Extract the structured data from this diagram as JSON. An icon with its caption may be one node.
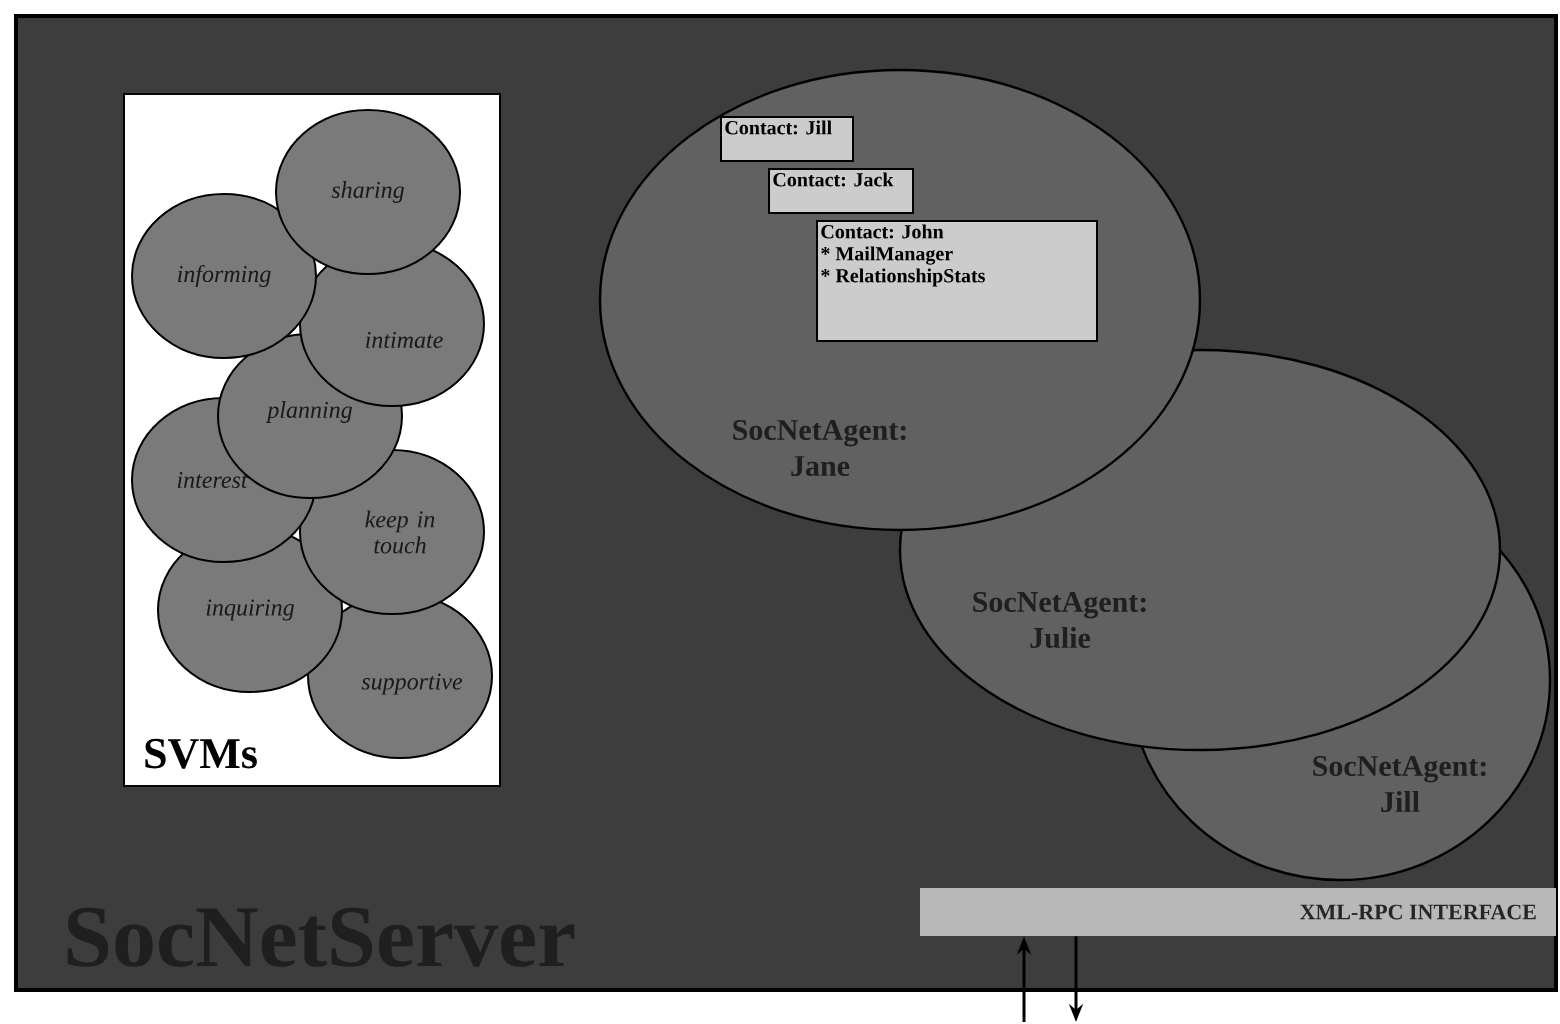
{
  "diagram": {
    "nodes": [
      {
        "text": [
          "SocNetServer"
        ]
      },
      {
        "text": [
          "SVMs"
        ],
        "in": 0
      },
      {
        "text": [
          "sharing"
        ],
        "in": 1
      },
      {
        "text": [
          "informing"
        ],
        "in": 1
      },
      {
        "text": [
          "intimate"
        ],
        "in": 1
      },
      {
        "text": [
          "planning"
        ],
        "in": 1
      },
      {
        "text": [
          "interest"
        ],
        "in": 1
      },
      {
        "text": [
          "keep in touch"
        ],
        "in": 1
      },
      {
        "text": [
          "inquiring"
        ],
        "in": 1
      },
      {
        "text": [
          "supportive"
        ],
        "in": 1
      },
      {
        "text": [
          "SocNetAgent: Jane"
        ],
        "in": 0
      },
      {
        "text": [
          "Contact: Jill"
        ],
        "in": 10
      },
      {
        "text": [
          "Contact: Jack"
        ],
        "in": 10
      },
      {
        "text": [
          "Contact: John",
          "* MailManager",
          "* RelationshipStats"
        ],
        "in": 10
      },
      {
        "text": [
          "SocNetAgent: Julie"
        ],
        "in": 0
      },
      {
        "text": [
          "SocNetAgent: Jill"
        ],
        "in": 0
      },
      {
        "text": [
          "XML-RPC INTERFACE"
        ],
        "in": 0
      }
    ],
    "edges": [
      {
        "from": null,
        "to": 16,
        "arrow": "to"
      },
      {
        "from": 16,
        "to": null,
        "arrow": "to"
      }
    ]
  }
}
